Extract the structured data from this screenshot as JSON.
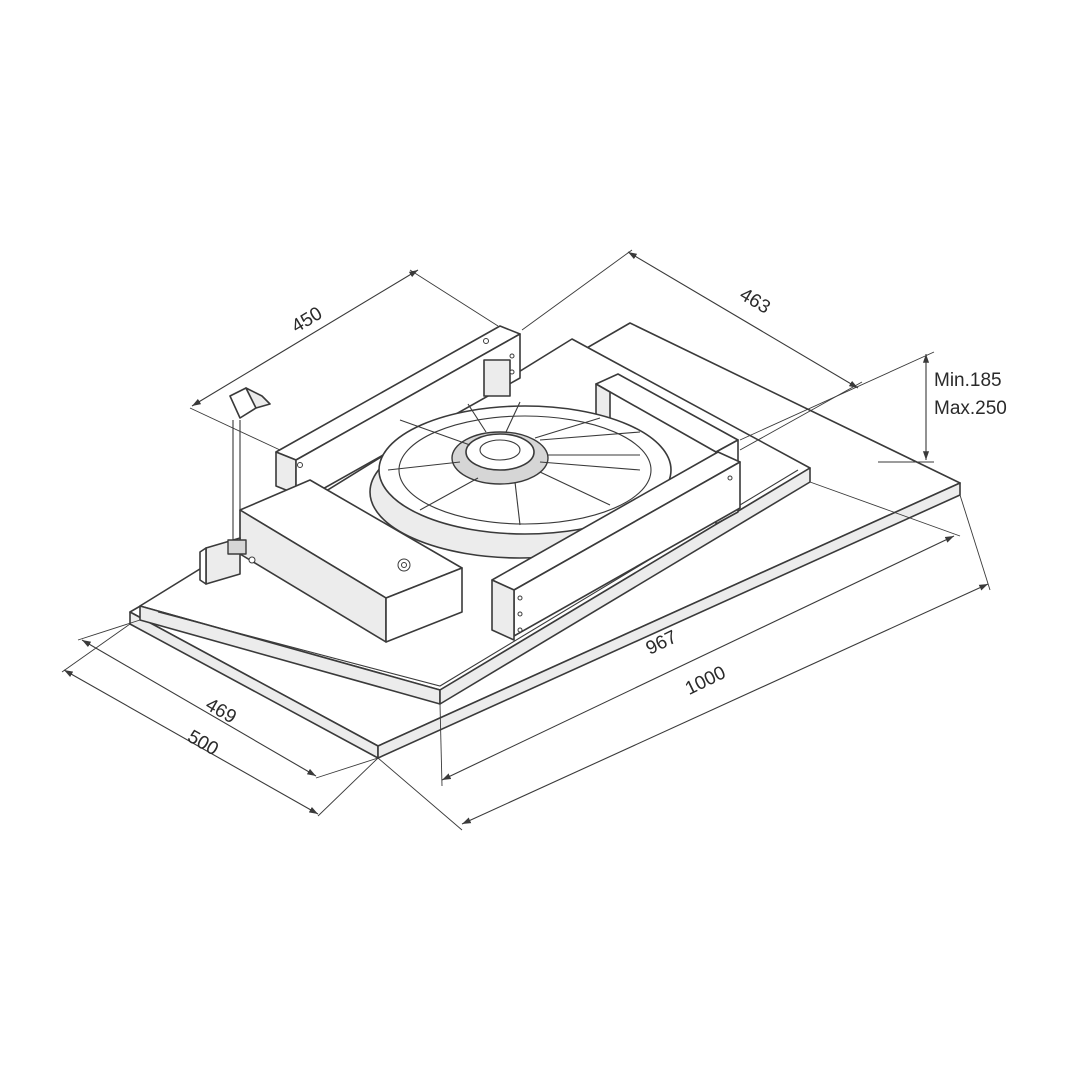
{
  "diagram": {
    "dimensions": {
      "top_width": "450",
      "top_depth": "463",
      "height_min": "Min.185",
      "height_max": "Max.250",
      "inner_length": "967",
      "outer_length": "1000",
      "inner_width": "469",
      "outer_width": "500"
    }
  }
}
